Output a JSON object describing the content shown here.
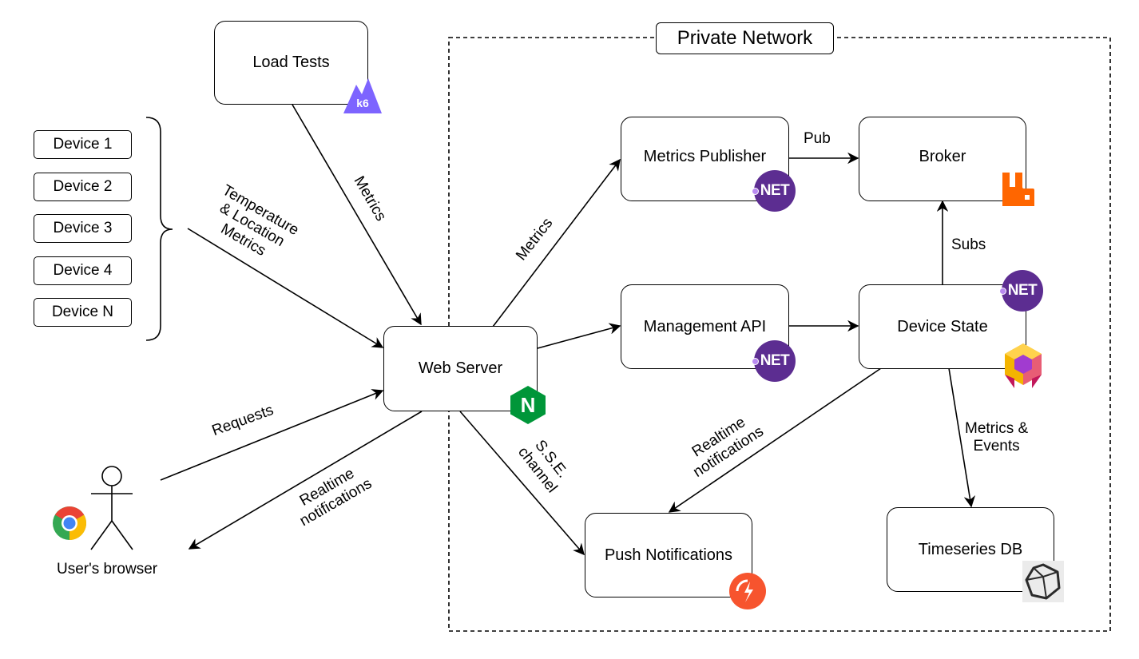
{
  "network": {
    "label": "Private Network"
  },
  "nodes": {
    "load_tests": "Load Tests",
    "web_server": "Web Server",
    "metrics_publisher": "Metrics Publisher",
    "broker": "Broker",
    "management_api": "Management API",
    "device_state": "Device State",
    "push_notifications": "Push Notifications",
    "timeseries_db": "Timeseries DB",
    "users_browser": "User's browser"
  },
  "devices": [
    "Device 1",
    "Device 2",
    "Device 3",
    "Device 4",
    "Device N"
  ],
  "edges": {
    "metrics_k6": "Metrics",
    "device_metrics": [
      "Temperature",
      "& Location",
      "Metrics"
    ],
    "metrics_publisher": "Metrics",
    "pub": "Pub",
    "subs": "Subs",
    "requests": "Requests",
    "realtime_browser": [
      "Realtime",
      "notifications"
    ],
    "sse": [
      "S.S.E.",
      "channel"
    ],
    "realtime_push": [
      "Realtime",
      "notifications"
    ],
    "metrics_events": [
      "Metrics &",
      "Events"
    ]
  },
  "icons": {
    "k6": {
      "name": "k6-icon",
      "text": "k6",
      "color": "#7d64ff"
    },
    "dotnet": {
      "name": "dotnet-icon",
      "text": "NET",
      "color": "#5c2d91"
    },
    "nginx": {
      "name": "nginx-icon",
      "text": "N",
      "color": "#009639"
    },
    "rabbitmq": {
      "name": "rabbitmq-icon",
      "color": "#ff6600"
    },
    "orleans": {
      "name": "orleans-icon",
      "color": "#f4b400"
    },
    "mercure": {
      "name": "mercure-icon",
      "color": "#f7542e"
    },
    "questdb": {
      "name": "timeseries-db-icon",
      "color": "#2b2b2b"
    },
    "chrome": {
      "name": "chrome-icon"
    }
  }
}
